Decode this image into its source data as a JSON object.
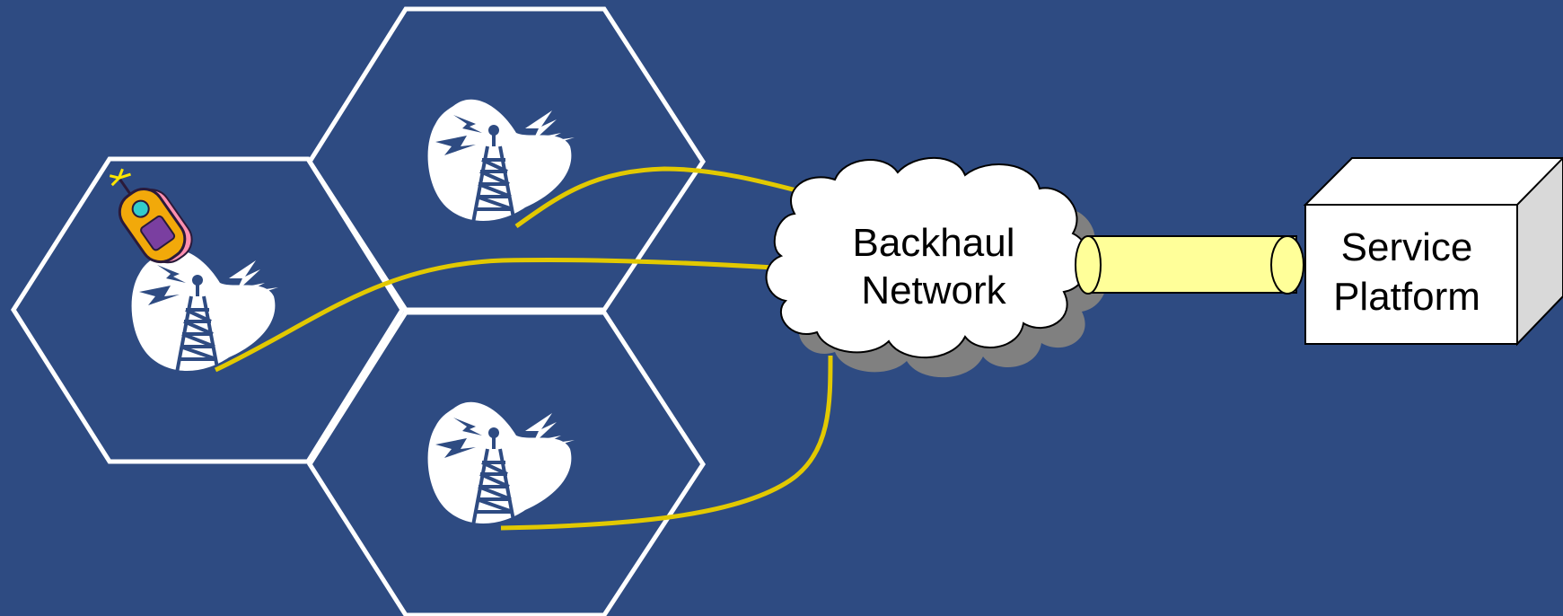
{
  "diagram": {
    "cloud_label": [
      "Backhaul",
      "Network"
    ],
    "platform_label": [
      "Service",
      "Platform"
    ]
  },
  "colors": {
    "background": "#2e4b82",
    "cell_border": "#ffffff",
    "link": "#e2c900",
    "pipe": "#ffff99",
    "cloud": "#ffffff",
    "cloud_shadow": "#808080",
    "platform": "#ffffff",
    "platform_side": "#d9d9d9"
  },
  "icons": [
    "mobile-phone-icon",
    "cell-tower-icon",
    "cloud-icon",
    "server-box-icon"
  ]
}
